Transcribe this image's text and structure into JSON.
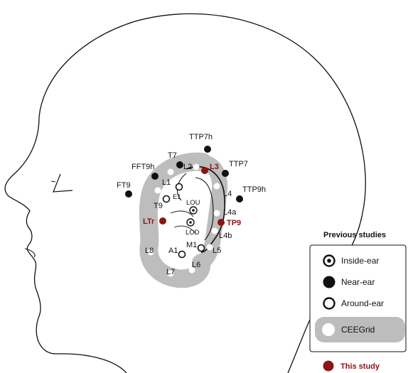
{
  "colors": {
    "this_study": "#8b1414",
    "grid_fill": "#bdbdbd",
    "ink": "#111111"
  },
  "electrodes": {
    "near_ear": [
      "TTP7h",
      "T7",
      "FFT9h",
      "TTP7",
      "FT9",
      "TTP9h"
    ],
    "around_ear": [
      "E1",
      "T9",
      "L1",
      "M1",
      "A1"
    ],
    "inside_ear": [
      "LOU",
      "LOD"
    ],
    "this_study": [
      "L3",
      "LTr",
      "TP9"
    ],
    "ceegrid": [
      "L2",
      "L4",
      "L4a",
      "L4b",
      "L5",
      "L6",
      "L7",
      "L8"
    ]
  },
  "legend": {
    "title": "Previous studies",
    "inside_ear": "Inside-ear",
    "near_ear": "Near-ear",
    "around_ear": "Around-ear",
    "ceegrid": "CEEGrid",
    "this_study": "This study"
  },
  "icons": {
    "inside_ear": "dot-in-ring-icon",
    "near_ear": "filled-circle-icon",
    "around_ear": "open-circle-icon",
    "ceegrid": "white-dot-on-grey-icon",
    "this_study": "dark-red-dot-icon"
  }
}
